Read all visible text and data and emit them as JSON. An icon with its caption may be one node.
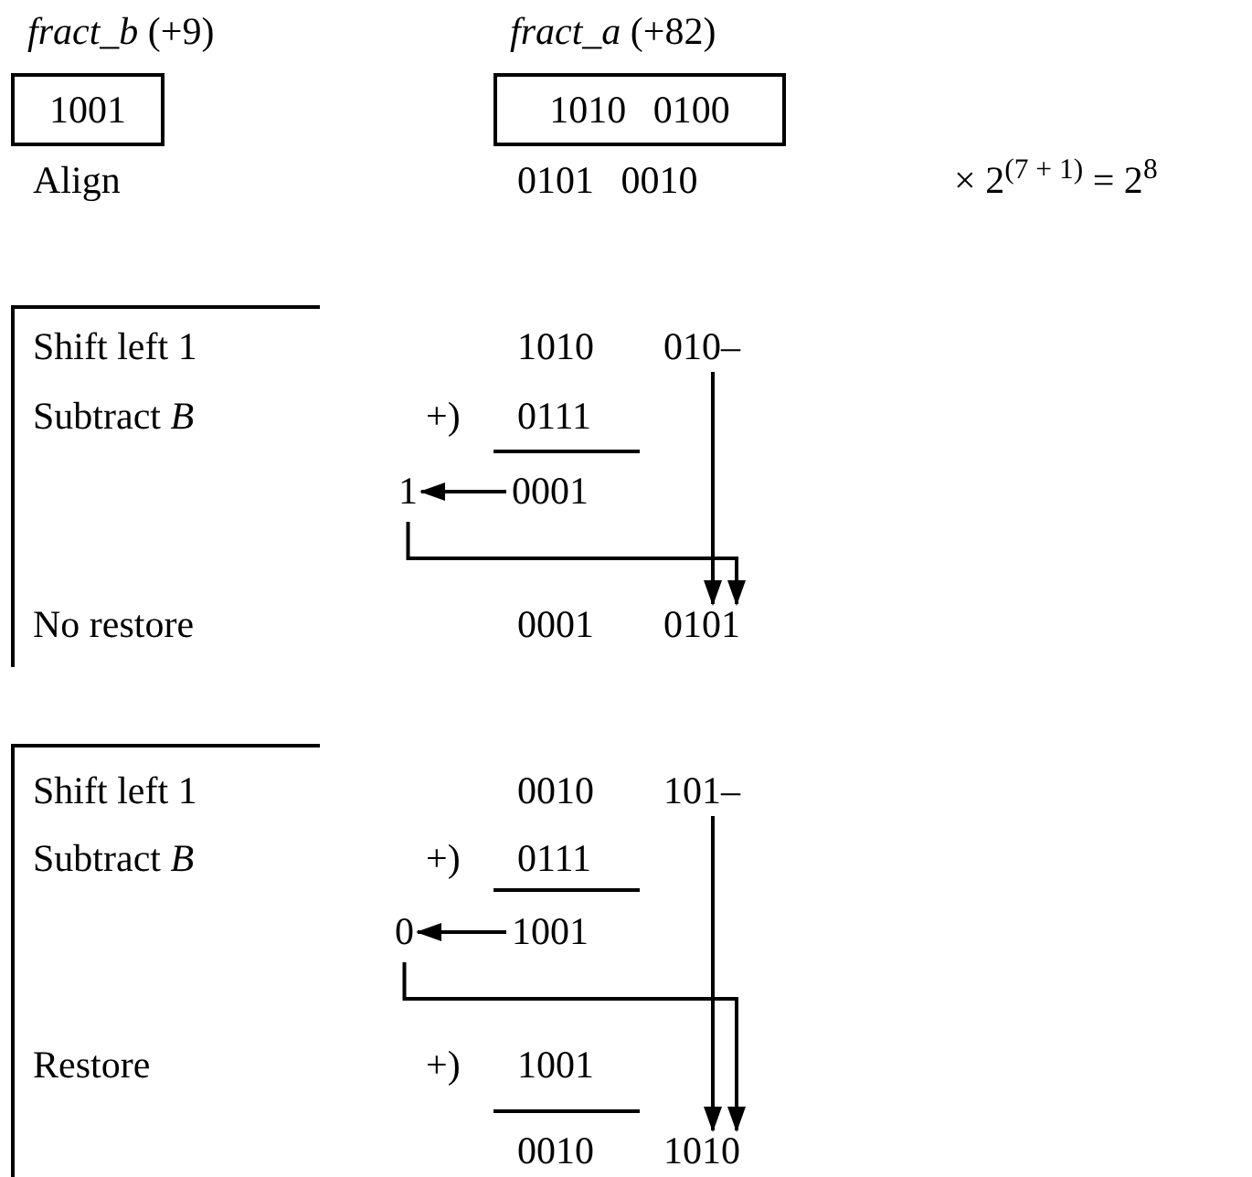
{
  "diagram": {
    "nodes": [
      {
        "text": [
          "*fract_b* (+9)",
          "1001"
        ]
      },
      {
        "text": [
          "*fract_a* (+82)",
          "1010 0100"
        ]
      },
      {
        "text": [
          "010–"
        ]
      },
      {
        "text": [
          "1"
        ]
      },
      {
        "text": [
          "0001"
        ]
      },
      {
        "text": [
          "0101"
        ]
      },
      {
        "text": [
          "101–"
        ]
      },
      {
        "text": [
          "0"
        ]
      },
      {
        "text": [
          "1001"
        ]
      },
      {
        "text": [
          "1010"
        ]
      }
    ],
    "edges": [
      {
        "from": 4,
        "to": 3,
        "arrow": "to"
      },
      {
        "from": 2,
        "to": 5,
        "arrow": "to"
      },
      {
        "from": 3,
        "to": 5,
        "arrow": "to"
      },
      {
        "from": 8,
        "to": 7,
        "arrow": "to"
      },
      {
        "from": 6,
        "to": 9,
        "arrow": "to"
      },
      {
        "from": 7,
        "to": 9,
        "arrow": "to"
      }
    ],
    "labels": [
      "Align",
      "0101 0010",
      "× 2$^{(7 + 1)}$ = 2$^{8}$",
      "Shift left 1",
      "1010",
      "Subtract *B*",
      "+)",
      "0111",
      "No restore",
      "0001",
      "Shift left 1",
      "0010",
      "Subtract *B*",
      "+)",
      "0111",
      "Restore",
      "+)",
      "1001",
      "0010"
    ]
  }
}
